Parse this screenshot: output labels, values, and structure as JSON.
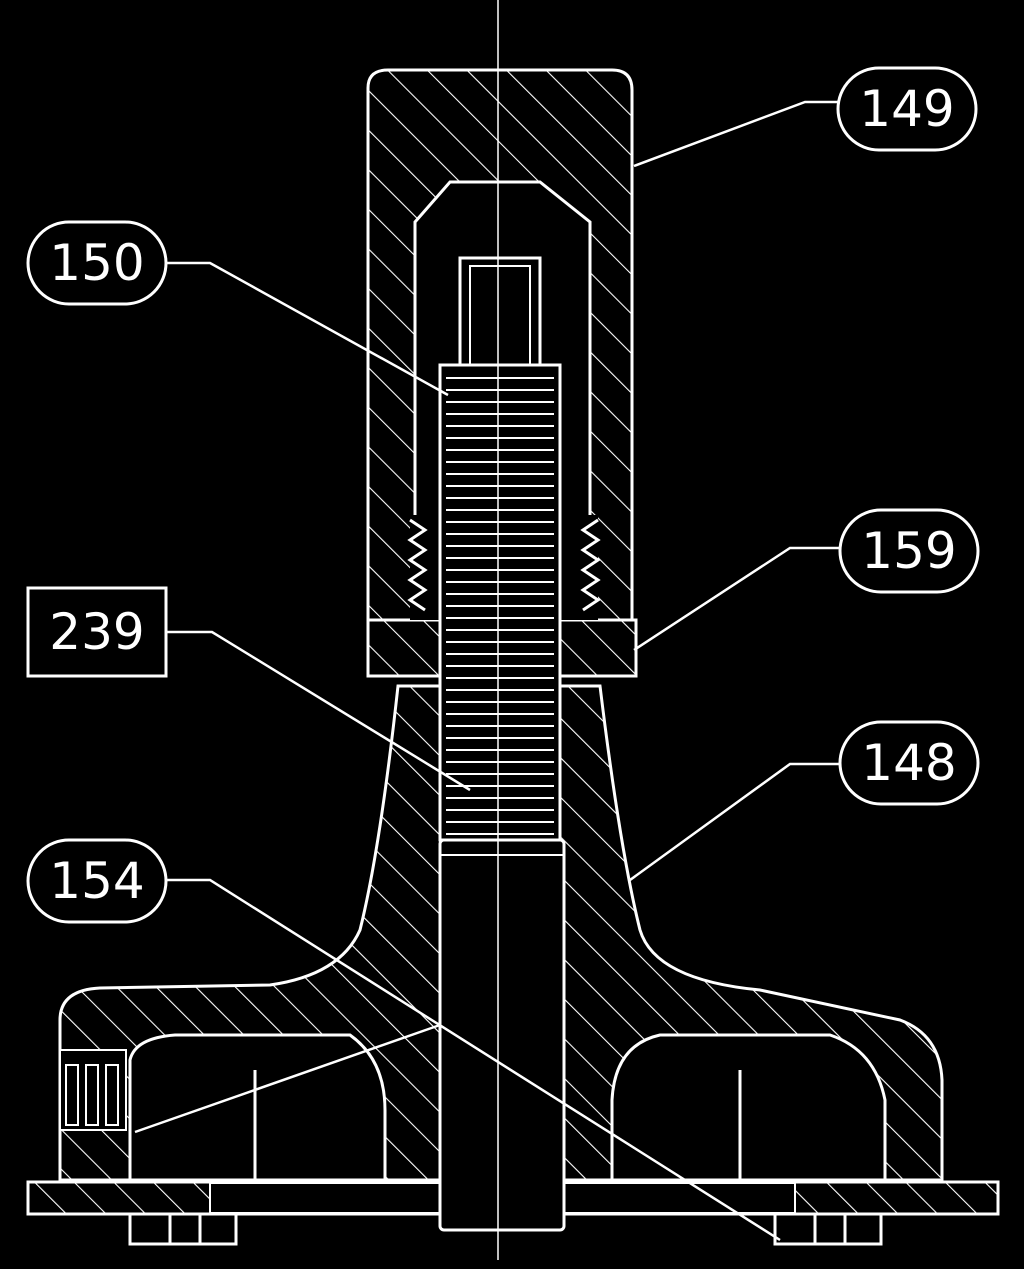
{
  "colors": {
    "background": "#000000",
    "line": "#ffffff"
  },
  "callouts": [
    {
      "id": "149",
      "text": "149",
      "shape": "oval"
    },
    {
      "id": "150",
      "text": "150",
      "shape": "oval"
    },
    {
      "id": "159",
      "text": "159",
      "shape": "oval"
    },
    {
      "id": "239",
      "text": "239",
      "shape": "box"
    },
    {
      "id": "148",
      "text": "148",
      "shape": "oval"
    },
    {
      "id": "154",
      "text": "154",
      "shape": "oval"
    }
  ]
}
